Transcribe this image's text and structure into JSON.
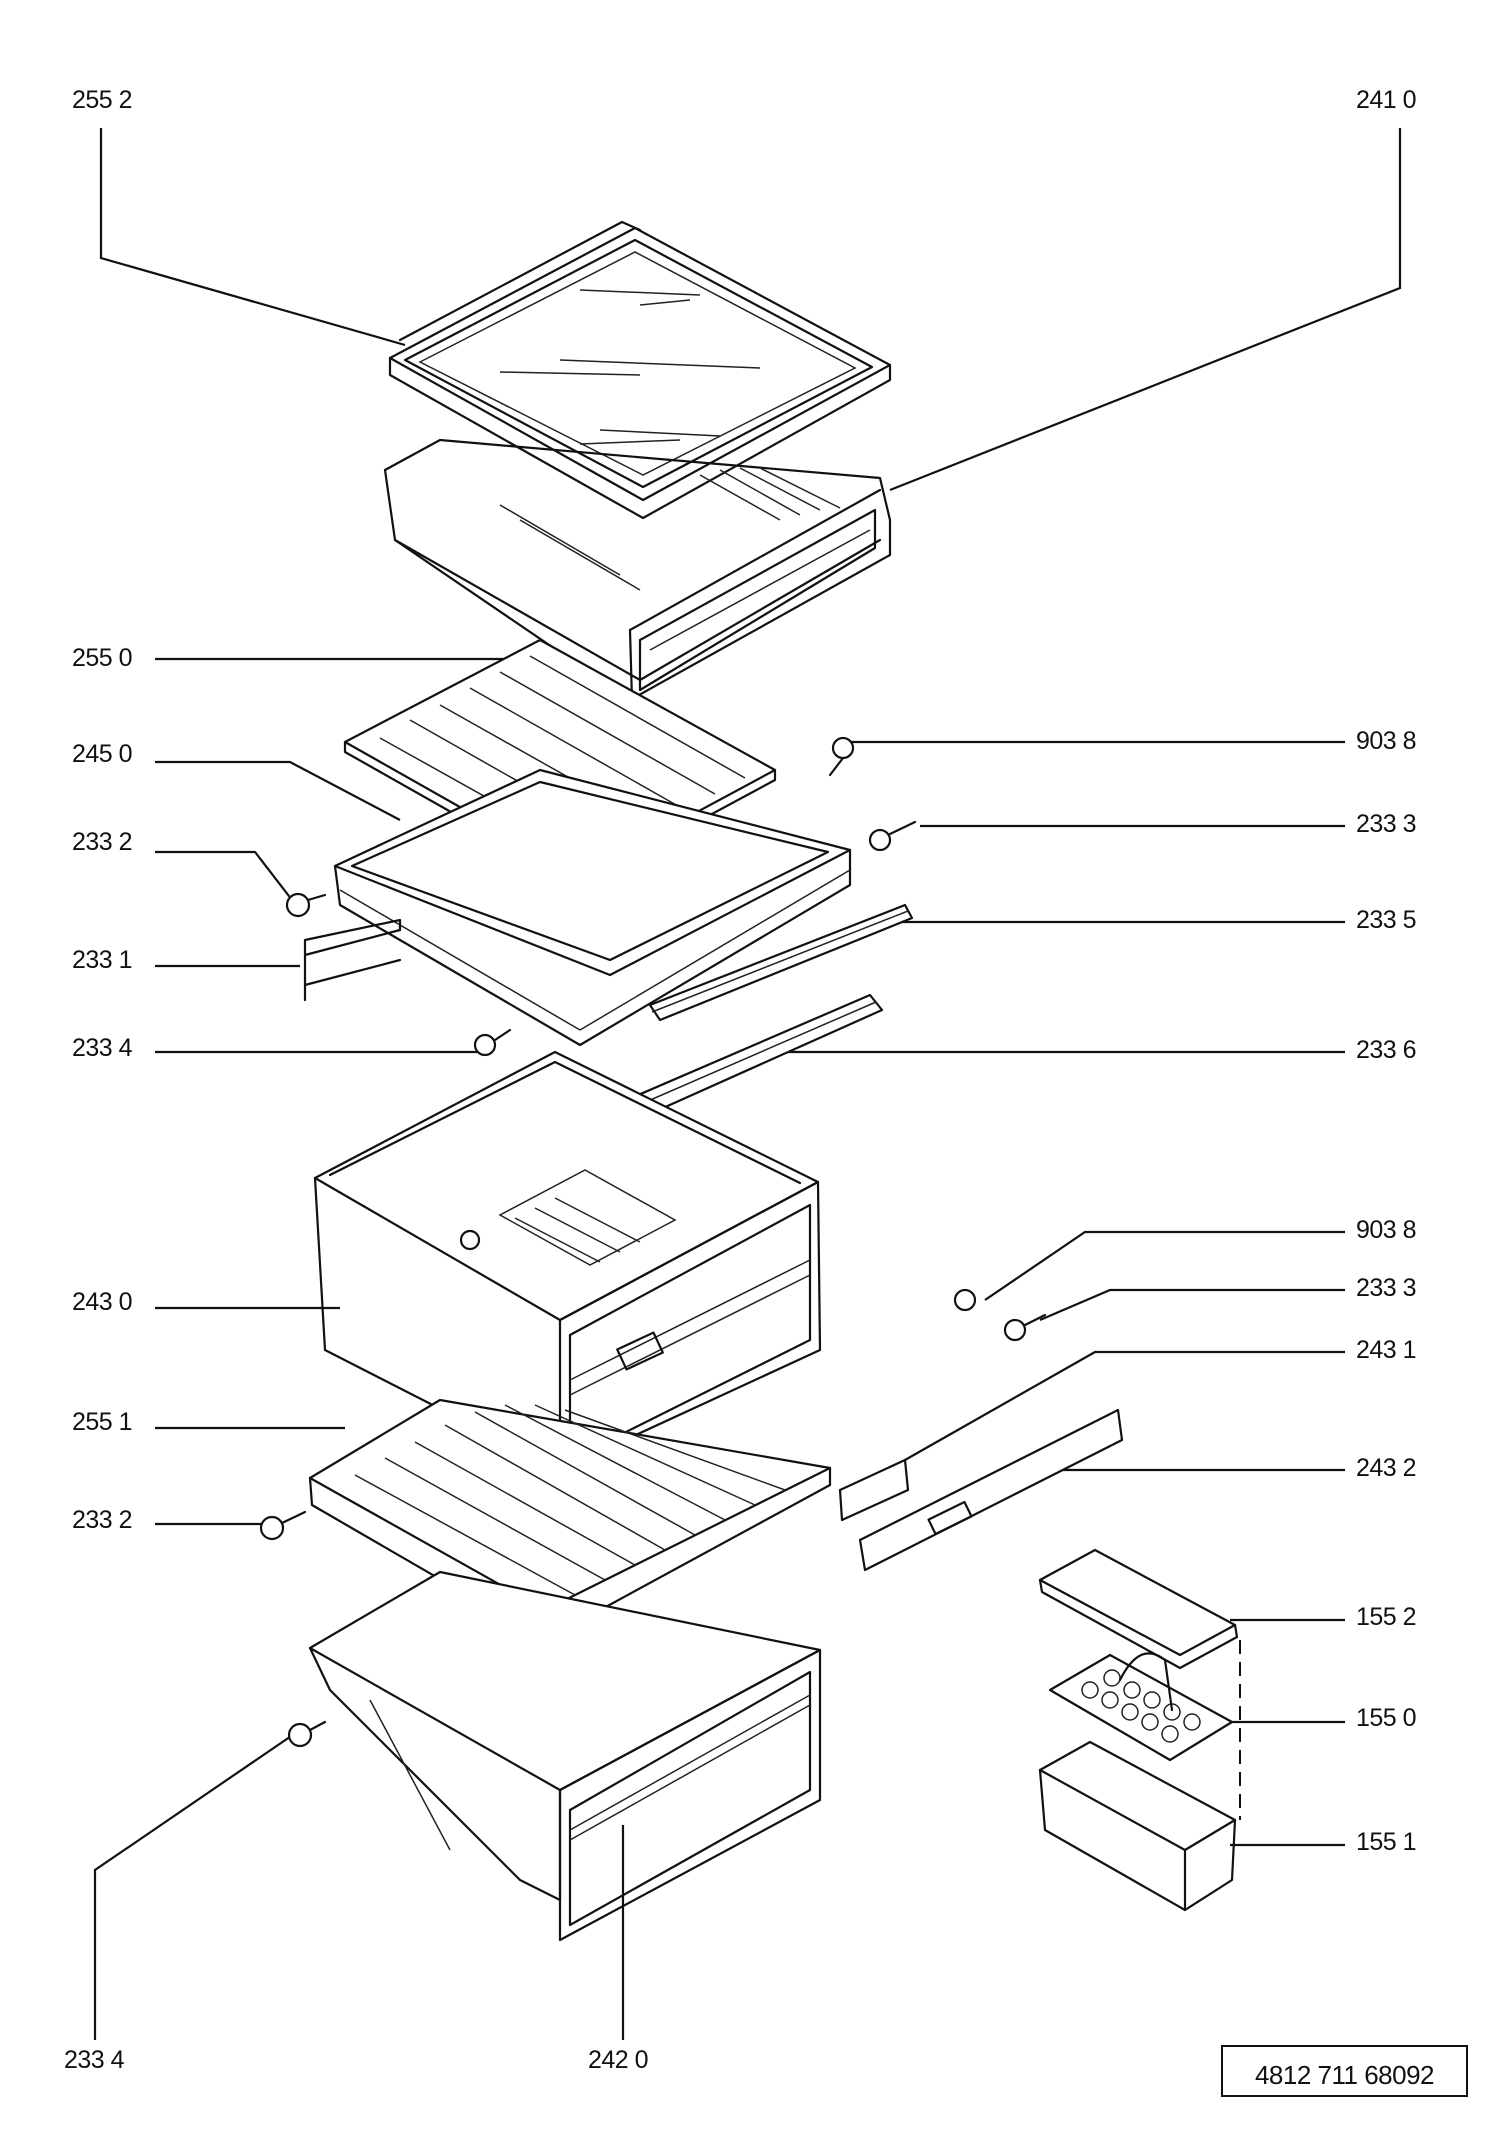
{
  "labels": {
    "l_2552_top": "255 2",
    "l_2410": "241 0",
    "l_2550": "255 0",
    "l_9038_a": "903 8",
    "l_2450": "245 0",
    "l_2333_a": "233 3",
    "l_2332_a": "233 2",
    "l_2335": "233 5",
    "l_2331": "233 1",
    "l_2334_a": "233 4",
    "l_2336": "233 6",
    "l_9038_b": "903 8",
    "l_2333_b": "233 3",
    "l_2430": "243 0",
    "l_2431": "243 1",
    "l_2551": "255 1",
    "l_2432": "243 2",
    "l_2332_b": "233 2",
    "l_1552": "155 2",
    "l_1550": "155 0",
    "l_1551": "155 1",
    "l_2334_b": "233 4",
    "l_2420": "242 0"
  },
  "document_number": "4812 711 68092"
}
